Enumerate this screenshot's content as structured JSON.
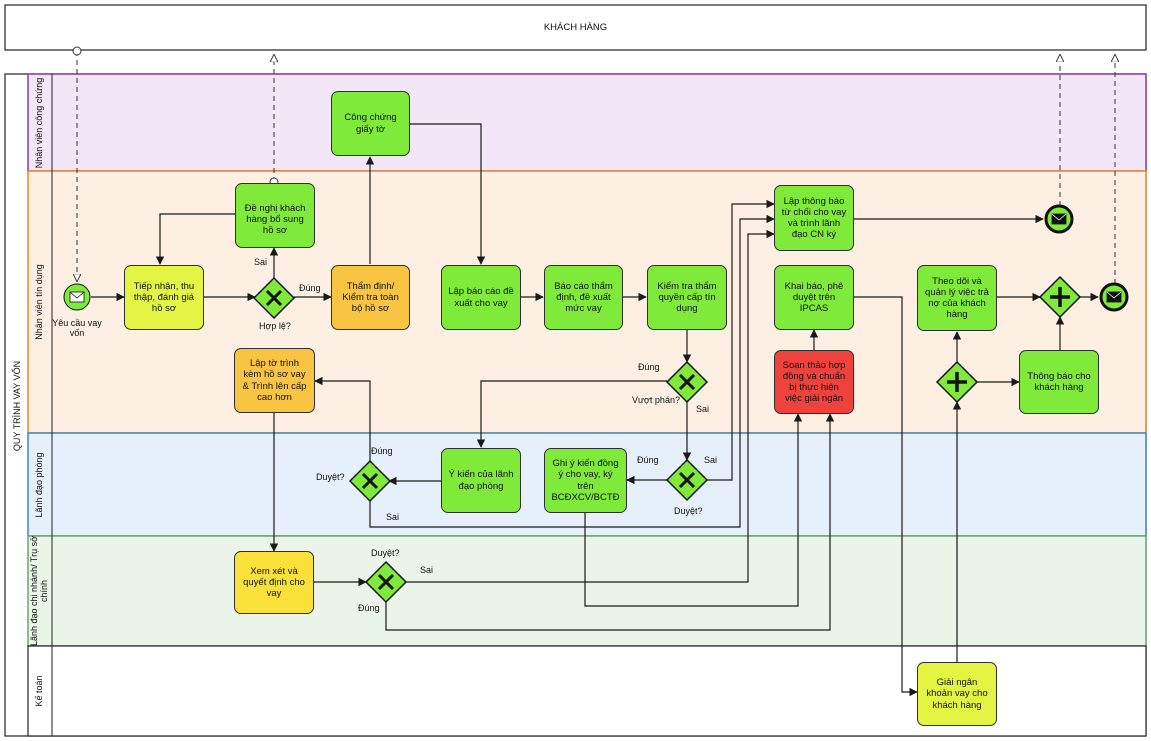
{
  "customer_pool": {
    "label": "KHÁCH HÀNG"
  },
  "process_pool": {
    "label": "QUY TRÌNH VAY VỐN"
  },
  "lanes": [
    {
      "id": "notary",
      "label": "Nhân viên công chứng",
      "color": "#f2e6f7",
      "border": "#8a3aa8"
    },
    {
      "id": "credit",
      "label": "Nhân viên tín dụng",
      "color": "#fdf0e2",
      "border": "#e6892b"
    },
    {
      "id": "dept",
      "label": "Lãnh đạo phòng",
      "color": "#e6f0fa",
      "border": "#3d86c8"
    },
    {
      "id": "branch",
      "label": "Lãnh đạo chi nhánh/ Trụ sở chính",
      "color": "#eaf4e8",
      "border": "#6aa56a"
    },
    {
      "id": "accounting",
      "label": "Kế toán",
      "color": "#ffffff",
      "border": "#222222"
    }
  ],
  "colors": {
    "green": "#7fea3a",
    "yellow_green": "#e3f542",
    "orange": "#f9c441",
    "yellow": "#f9e13a",
    "red": "#f0423c",
    "gateway": "#7fea3a",
    "line": "#1a1a1a",
    "message_line": "#333333"
  },
  "tasks": [
    {
      "id": "t_notary",
      "label": "Công chứng giấy tờ",
      "fill": "green"
    },
    {
      "id": "t_request_more",
      "label": "Đề nghị khách hàng bổ sung hồ sơ",
      "fill": "green",
      "icon": "envelope-icon"
    },
    {
      "id": "t_receive",
      "label": "Tiếp nhận, thu thập, đánh giá hồ sơ",
      "fill": "yellow_green"
    },
    {
      "id": "t_appraise",
      "label": "Thẩm định/ Kiểm tra toàn bộ hồ sơ",
      "fill": "orange"
    },
    {
      "id": "t_report",
      "label": "Lập báo cáo đề xuất cho vay",
      "fill": "green"
    },
    {
      "id": "t_report_appraisal",
      "label": "Báo cáo thẩm định, đề xuất mức vay",
      "fill": "green"
    },
    {
      "id": "t_check_authority",
      "label": "Kiểm tra thẩm quyền cấp tín dụng",
      "fill": "green"
    },
    {
      "id": "t_reject",
      "label": "Lập thông báo từ chối cho vay và trình lãnh đạo CN ký",
      "fill": "green"
    },
    {
      "id": "t_ipcas",
      "label": "Khai báo, phê duyệt trên IPCAS",
      "fill": "green"
    },
    {
      "id": "t_contract",
      "label": "Soạn thảo hợp đồng và chuẩn bị thực hiện việc giải ngân",
      "fill": "red"
    },
    {
      "id": "t_submission",
      "label": "Lập tờ trình kèm hồ sơ vay & Trình lên cấp cao hơn",
      "fill": "orange"
    },
    {
      "id": "t_dept_opinion",
      "label": "Ý kiến của lãnh đạo phòng",
      "fill": "green"
    },
    {
      "id": "t_agree_sign",
      "label": "Ghi ý kiến đồng ý cho vay, ký trên BCĐXCV/BCTĐ",
      "fill": "green"
    },
    {
      "id": "t_review_decide",
      "label": "Xem xét và quyết định cho vay",
      "fill": "yellow"
    },
    {
      "id": "t_monitor",
      "label": "Theo dõi và quản lý việc trả nợ của khách hàng",
      "fill": "green"
    },
    {
      "id": "t_notify",
      "label": "Thông báo cho khách hàng",
      "fill": "green"
    },
    {
      "id": "t_disburse",
      "label": "Giải ngân khoản vay cho khách hàng",
      "fill": "yellow_green"
    }
  ],
  "gateways": [
    {
      "id": "g_valid",
      "label": "Hợp lệ?"
    },
    {
      "id": "g_exceed",
      "label": "Vượt phán?"
    },
    {
      "id": "g_dept_approve",
      "label": "Duyệt?"
    },
    {
      "id": "g_dept_left",
      "label": "Duyệt?"
    },
    {
      "id": "g_branch",
      "label": "Duyệt?"
    }
  ],
  "events": [
    {
      "id": "e_start",
      "label": "Yêu cầu vay vốn",
      "icon": "envelope-icon"
    },
    {
      "id": "e_end_reject",
      "label": "",
      "icon": "envelope-icon"
    },
    {
      "id": "e_end_final",
      "label": "",
      "icon": "envelope-icon"
    }
  ],
  "flow_labels": [
    {
      "id": "l_valid_yes",
      "text": "Đúng"
    },
    {
      "id": "l_valid_no",
      "text": "Sai"
    },
    {
      "id": "l_exceed_yes",
      "text": "Đúng"
    },
    {
      "id": "l_exceed_no",
      "text": "Sai"
    },
    {
      "id": "l_dept_yes",
      "text": "Đúng"
    },
    {
      "id": "l_dept_no",
      "text": "Sai"
    },
    {
      "id": "l_deptleft_yes",
      "text": "Đúng"
    },
    {
      "id": "l_deptleft_no",
      "text": "Sai"
    },
    {
      "id": "l_branch_no",
      "text": "Sai"
    },
    {
      "id": "l_branch_yes",
      "text": "Đúng"
    }
  ]
}
